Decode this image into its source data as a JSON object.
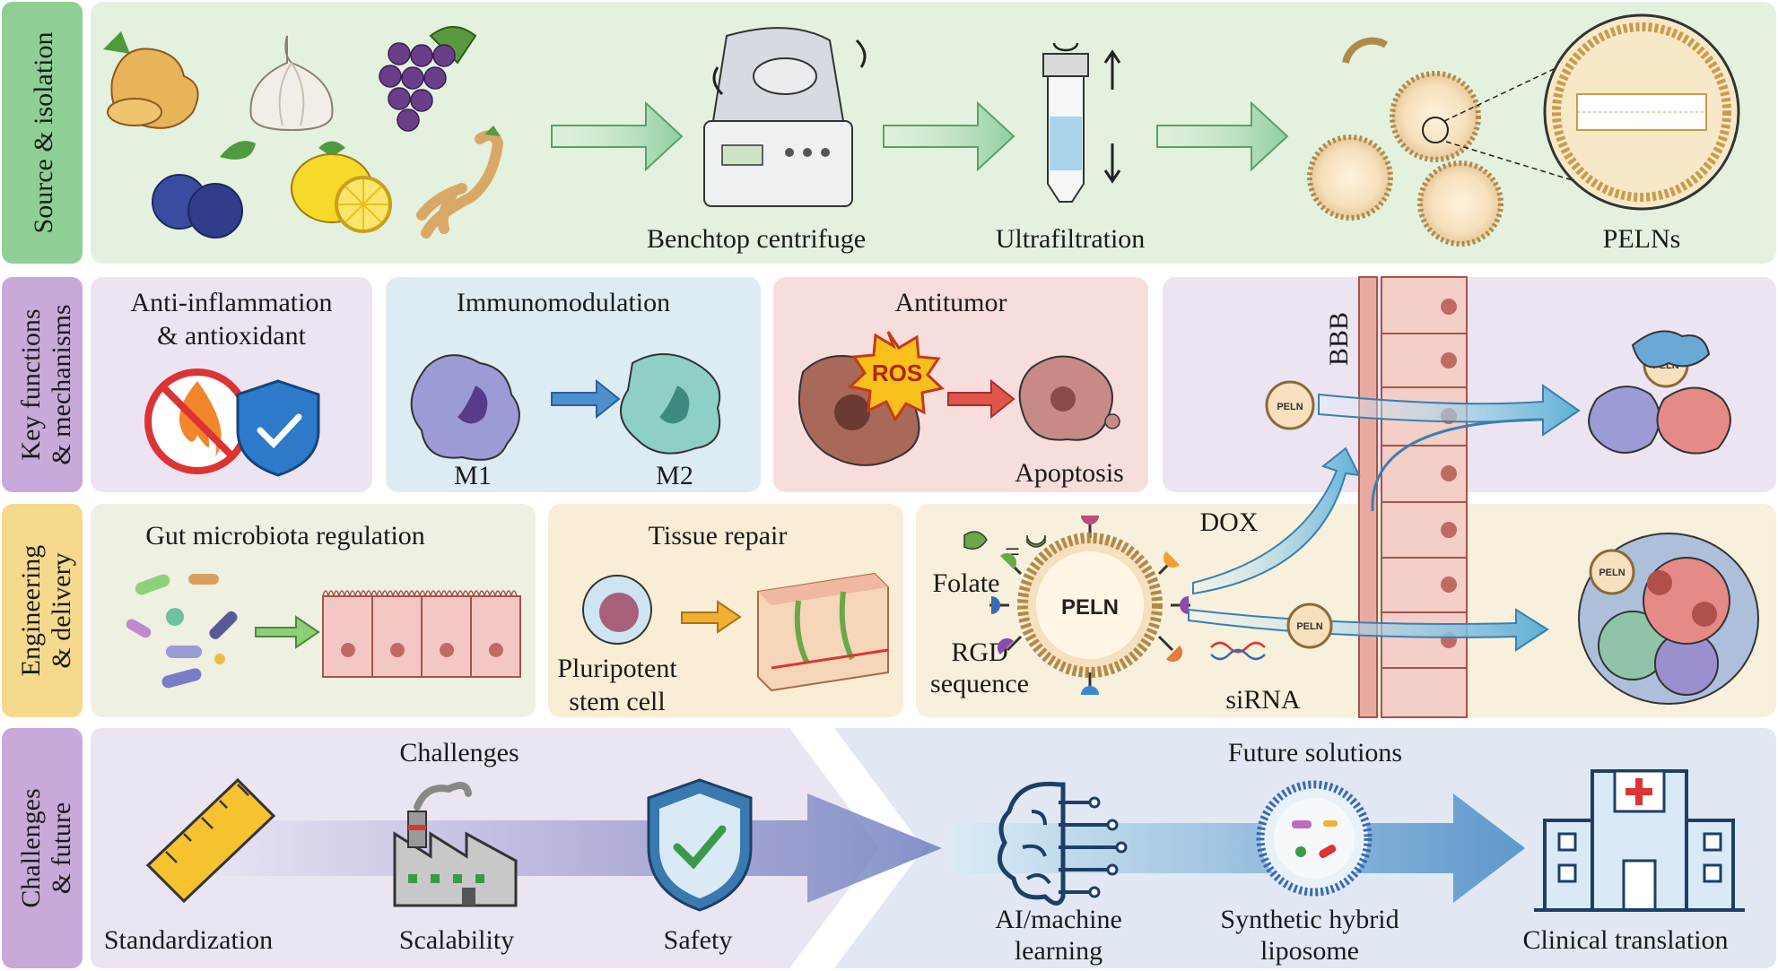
{
  "rows": {
    "source": "Source & isolation",
    "functions_line1": "Key functions",
    "functions_line2": "& mechanisms",
    "engineering_line1": "Engineering",
    "engineering_line2": "& delivery",
    "challenges_line1": "Challenges",
    "challenges_line2": "& future"
  },
  "source": {
    "centrifuge": "Benchtop centrifuge",
    "ultrafiltration": "Ultrafiltration",
    "pelns": "PELNs"
  },
  "functions": {
    "antiinflammation_line1": "Anti-inflammation",
    "antiinflammation_line2": "& antioxidant",
    "immunomodulation": "Immunomodulation",
    "m1": "M1",
    "m2": "M2",
    "antitumor": "Antitumor",
    "ros": "ROS",
    "apoptosis": "Apoptosis",
    "bbb": "BBB",
    "peln_small": "PELN"
  },
  "engineering": {
    "gut": "Gut microbiota regulation",
    "tissue": "Tissue repair",
    "stem_line1": "Pluripotent",
    "stem_line2": "stem cell",
    "folate": "Folate",
    "equals": "=",
    "rgd_line1": "RGD",
    "rgd_line2": "sequence",
    "peln": "PELN",
    "dox": "DOX",
    "sirna": "siRNA"
  },
  "challenges": {
    "challenges_title": "Challenges",
    "future_title": "Future solutions",
    "standardization": "Standardization",
    "scalability": "Scalability",
    "safety": "Safety",
    "ai_line1": "AI/machine",
    "ai_line2": "learning",
    "hybrid_line1": "Synthetic hybrid",
    "hybrid_line2": "liposome",
    "clinical": "Clinical translation"
  }
}
